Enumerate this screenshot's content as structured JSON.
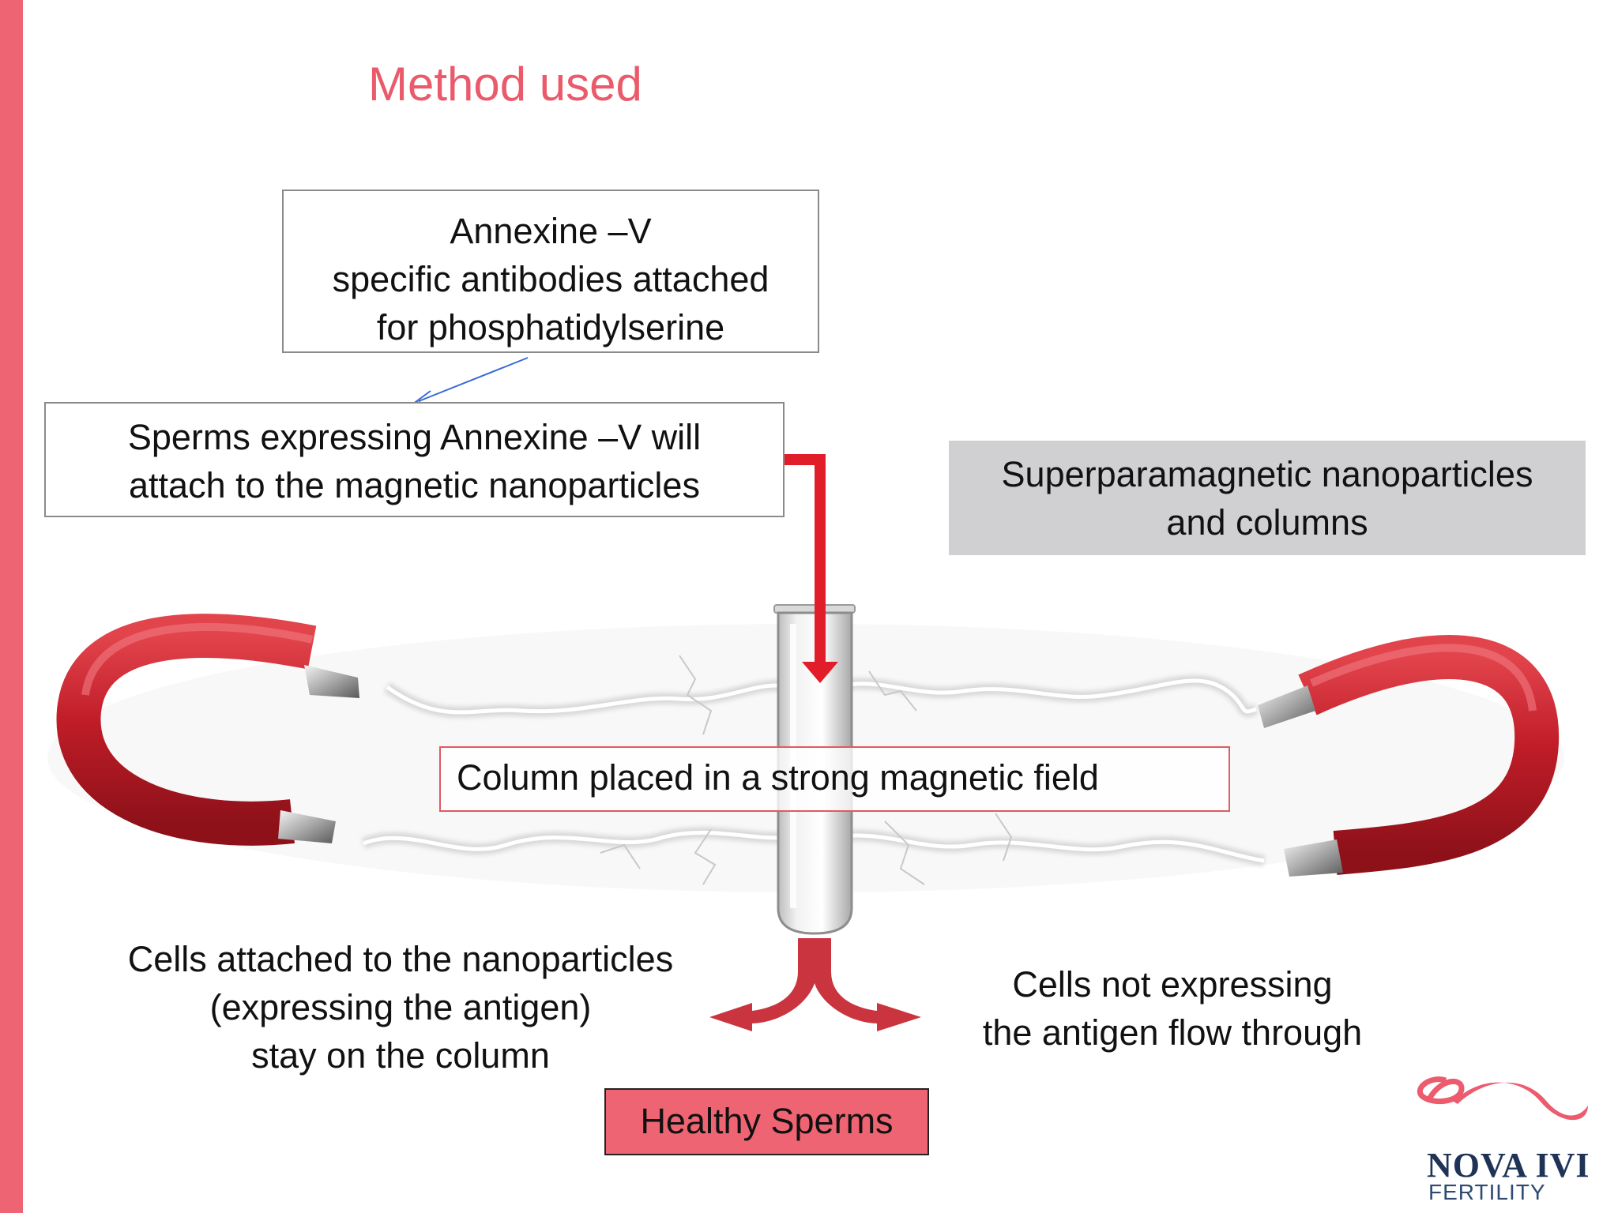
{
  "title": "Method used",
  "colors": {
    "accent": "#ef6472",
    "title": "#ea5a6b",
    "magnet_red": "#c4202b",
    "arrow_red": "#e11d2a",
    "flow_arrow": "#c9343f",
    "pointer_blue": "#3b6bd6",
    "info_box_gray": "#d0cfd1"
  },
  "annexine_box": {
    "line1": "Annexine –V",
    "line2": "specific antibodies attached",
    "line3": "for phosphatidylserine"
  },
  "sperms_box": {
    "line1": "Sperms expressing Annexine –V will",
    "line2": "attach to the magnetic nanoparticles"
  },
  "superparamagnetic_box": {
    "line1": "Superparamagnetic nanoparticles",
    "line2": "and columns"
  },
  "column_box": {
    "text": "Column placed in a strong magnetic field"
  },
  "cells_attached": {
    "line1": "Cells attached to the nanoparticles",
    "line2": "(expressing the antigen)",
    "line3": "stay on the column"
  },
  "cells_not_expressing": {
    "line1": "Cells not expressing",
    "line2": "the antigen flow through"
  },
  "healthy_box": {
    "text": "Healthy Sperms"
  },
  "logo": {
    "name": "NOVA IVI",
    "subtitle": "FERTILITY",
    "icon": "ribbon-logo-icon"
  },
  "icons": [
    "horseshoe-magnet-icon",
    "test-tube-icon",
    "lightning-icon"
  ]
}
